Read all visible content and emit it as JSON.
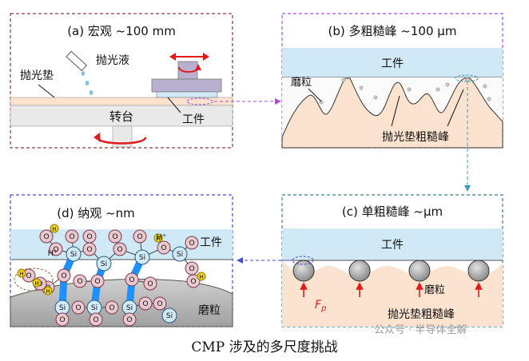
{
  "panels": {
    "a": {
      "title": "(a)  宏观  ~100 mm",
      "pad": "抛光垫",
      "slurry": "抛光液",
      "platen": "转台",
      "workpiece": "工件"
    },
    "b": {
      "title": "(b)  多粗糙峰  ~100 μm",
      "workpiece": "工件",
      "abrasive": "磨粒",
      "asperities": "抛光垫粗糙峰"
    },
    "c": {
      "title": "(c)  单粗糙峰  ~μm",
      "workpiece": "工件",
      "abrasive": "磨粒",
      "force": "F",
      "force_sub": "p",
      "asperity": "抛光垫粗糙峰"
    },
    "d": {
      "title": "(d)   纳观  ~nm",
      "workpiece": "工件",
      "abrasive": "磨粒",
      "atom_o": "O",
      "atom_si": "Si",
      "atom_h": "H",
      "ion_h": "H⁺"
    }
  },
  "caption": "CMP 涉及的多尺度挑战",
  "watermark": "公众号 · 半导体全解",
  "colors": {
    "panel_a": "#8b3a3a",
    "panel_b": "#a64dd6",
    "panel_c": "#3a7d99",
    "panel_d": "#4b4bd6",
    "workpiece_fill": "#cfe9f7",
    "pad_fill": "#fbe3cf",
    "arrow_red": "#e01b1b",
    "bond_blue": "#1e90ff"
  }
}
